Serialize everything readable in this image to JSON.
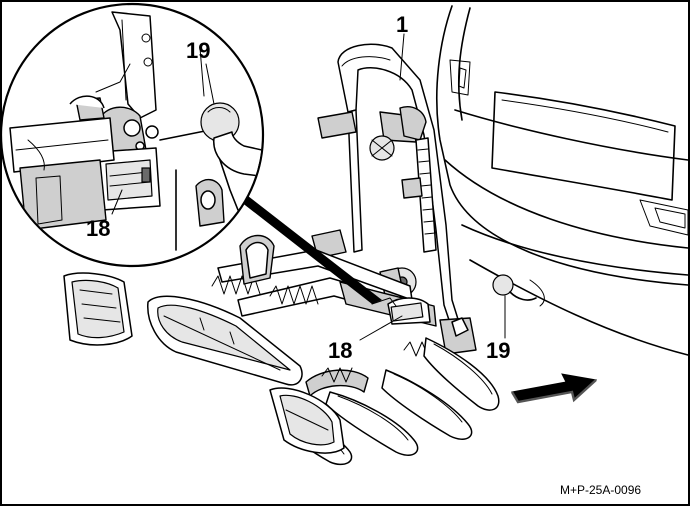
{
  "labels": {
    "bike_carrier": "1",
    "ball_head_inset": "19",
    "lever_inset": "18",
    "lever_main": "18",
    "ball_head_main": "19"
  },
  "figure_code": "M+P-25A-0096",
  "icons": {
    "direction_arrow": "arrow-right-icon"
  },
  "colors": {
    "line": "#000000",
    "fill_light": "#e6e6e6",
    "fill_mid": "#cfcfcf",
    "background": "#ffffff"
  }
}
